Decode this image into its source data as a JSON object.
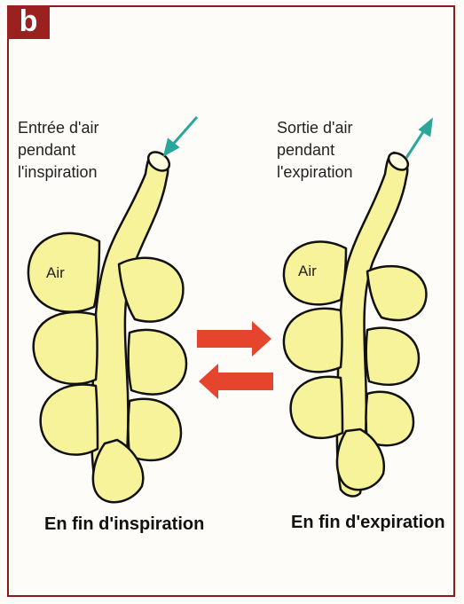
{
  "panel_label": "b",
  "left": {
    "inflow_label": [
      "Entrée d'air",
      "pendant",
      "l'inspiration"
    ],
    "air_label": "Air",
    "caption": "En fin d'inspiration"
  },
  "right": {
    "outflow_label": [
      "Sortie d'air",
      "pendant",
      "l'expiration"
    ],
    "air_label": "Air",
    "caption": "En fin d'expiration"
  },
  "colors": {
    "frame": "#8a1a1a",
    "alveoli_fill": "#f7f39a",
    "airflow_arrow": "#2aa79a",
    "cycle_arrow": "#e5452c"
  }
}
